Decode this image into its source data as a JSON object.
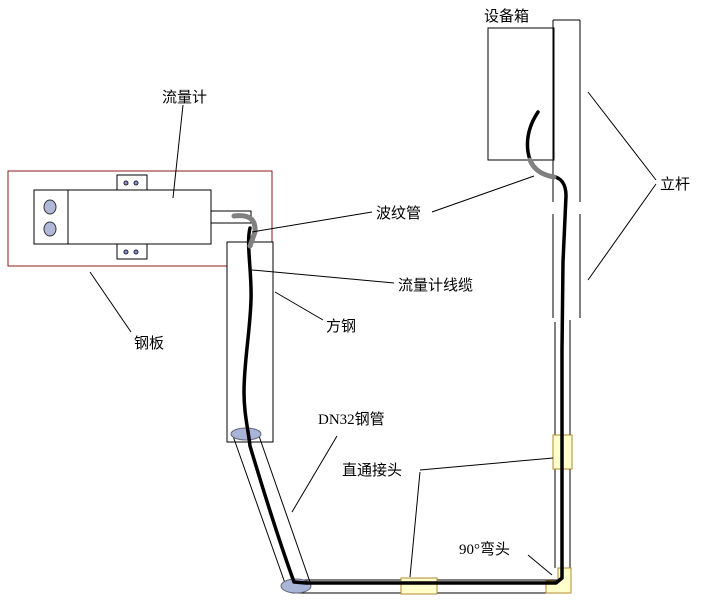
{
  "labels": {
    "equipment_box": "设备箱",
    "flowmeter": "流量计",
    "bellows": "波纹管",
    "pole": "立杆",
    "flowmeter_cable": "流量计线缆",
    "square_steel": "方钢",
    "steel_plate": "钢板",
    "steel_pipe": "DN32钢管",
    "straight_coupling": "直通接头",
    "elbow": "90°弯头"
  },
  "colors": {
    "line": "#000000",
    "plate_border": "#8b1a1a",
    "bellows": "#808080",
    "fitting_fill": "#ffffcc",
    "fitting_stroke": "#b08a30",
    "pipe_end": "#a8b4d8",
    "bolt_fill": "#b0b8d8"
  }
}
